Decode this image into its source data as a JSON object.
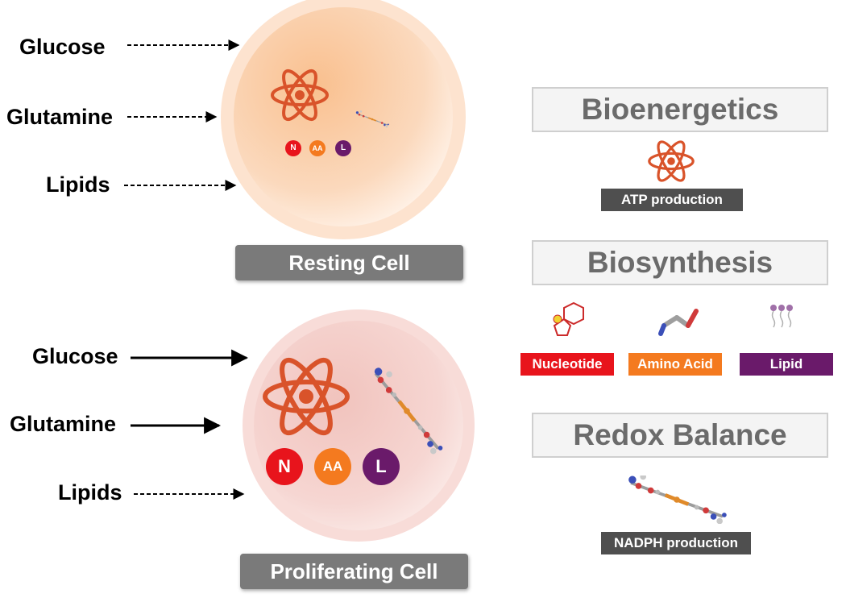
{
  "resting": {
    "inputs": {
      "glucose": "Glucose",
      "glutamine": "Glutamine",
      "lipids": "Lipids"
    },
    "badges": {
      "n": "N",
      "aa": "AA",
      "l": "L"
    },
    "label": "Resting Cell"
  },
  "proliferating": {
    "inputs": {
      "glucose": "Glucose",
      "glutamine": "Glutamine",
      "lipids": "Lipids"
    },
    "badges": {
      "n": "N",
      "aa": "AA",
      "l": "L"
    },
    "label": "Proliferating Cell"
  },
  "bioenergetics": {
    "title": "Bioenergetics",
    "caption": "ATP production"
  },
  "biosynthesis": {
    "title": "Biosynthesis",
    "nucleotide": "Nucleotide",
    "amino_acid": "Amino Acid",
    "lipid": "Lipid"
  },
  "redox": {
    "title": "Redox Balance",
    "caption": "NADPH production"
  },
  "colors": {
    "nucleotide": "#e8141c",
    "amino_acid": "#f47a1f",
    "lipid": "#6a1a6a",
    "atom": "#d9532a",
    "banner": "#7a7a7a"
  },
  "icons": [
    "atom-icon",
    "nadph-molecule-icon",
    "nucleotide-icon",
    "amino-acid-icon",
    "lipid-icon"
  ]
}
